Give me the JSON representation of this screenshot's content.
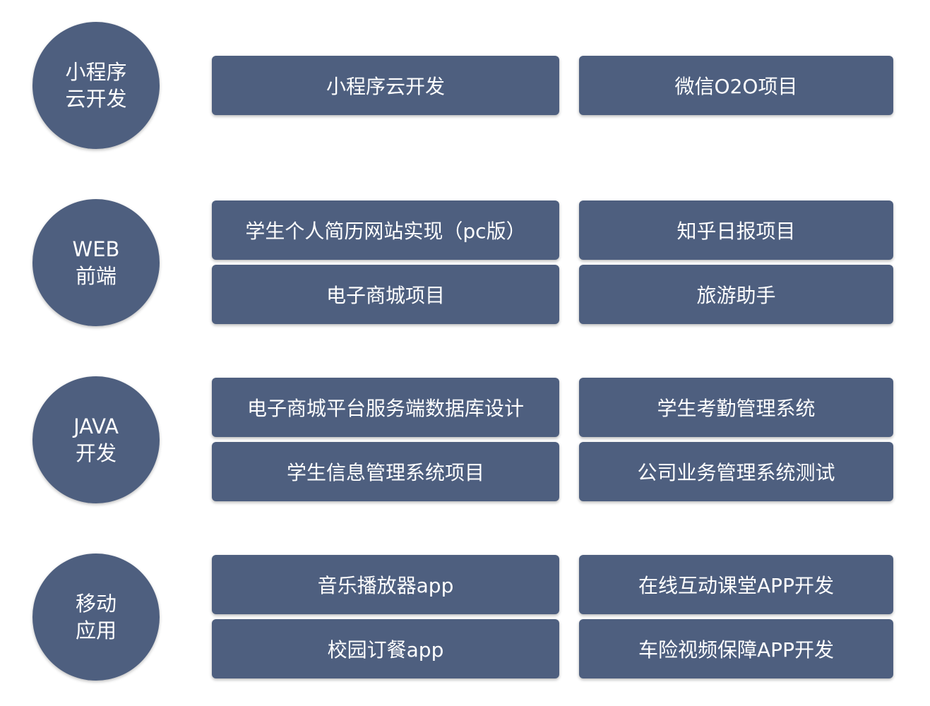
{
  "categories": [
    {
      "label_lines": [
        "小程序",
        "云开发"
      ],
      "rows": [
        [
          "小程序云开发",
          "微信O2O项目"
        ]
      ]
    },
    {
      "label_lines": [
        "WEB",
        "前端"
      ],
      "rows": [
        [
          "学生个人简历网站实现（pc版）",
          "知乎日报项目"
        ],
        [
          "电子商城项目",
          "旅游助手"
        ]
      ]
    },
    {
      "label_lines": [
        "JAVA",
        "开发"
      ],
      "rows": [
        [
          "电子商城平台服务端数据库设计",
          "学生考勤管理系统"
        ],
        [
          "学生信息管理系统项目",
          "公司业务管理系统测试"
        ]
      ]
    },
    {
      "label_lines": [
        "移动",
        "应用"
      ],
      "rows": [
        [
          "音乐播放器app",
          "在线互动课堂APP开发"
        ],
        [
          "校园订餐app",
          "车险视频保障APP开发"
        ]
      ]
    }
  ],
  "colors": {
    "node_fill": "#4e5f7f",
    "text": "#ffffff",
    "background": "#ffffff"
  }
}
